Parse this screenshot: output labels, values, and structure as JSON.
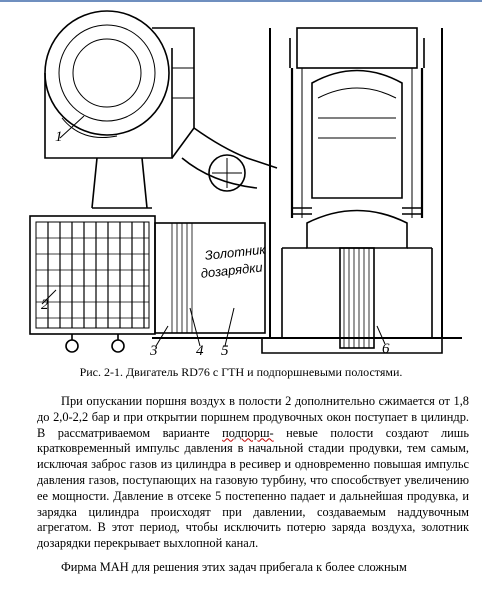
{
  "figure": {
    "labels": {
      "n1": "1",
      "n2": "2",
      "n3": "3",
      "n4": "4",
      "n5": "5",
      "n6": "6"
    },
    "stamp": {
      "line1": "Золотник",
      "line2": "дозарядки"
    }
  },
  "caption": "Рис. 2-1. Двигатель RD76 с ГТН и подпоршневыми полостями.",
  "paragraphs": {
    "p1_before": "При опускании поршня воздух в полости 2 дополнительно сжимается от 1,8 до 2,0-2,2 бар и при открытии поршнем продувочных окон поступает в цилиндр. В рассматриваемом варианте ",
    "p1_marked": "подпорш-",
    "p1_after": " невые полости создают лишь кратковременный импульс давления в начальной стадии продувки, тем самым, исключая заброс газов из цилиндра в ресивер и одновременно повышая импульс давления газов, поступающих на газовую турбину, что способствует увеличению ее мощности. Давление в отсеке 5 постепенно падает и дальнейшая продувка, и зарядка цилиндра происходят при давлении, создаваемым наддувочным агрегатом. В этот период, чтобы исключить потерю заряда воздуха, золотник дозарядки перекрывает выхлопной канал.",
    "p2": "Фирма МАН для решения этих задач прибегала к более сложным"
  }
}
